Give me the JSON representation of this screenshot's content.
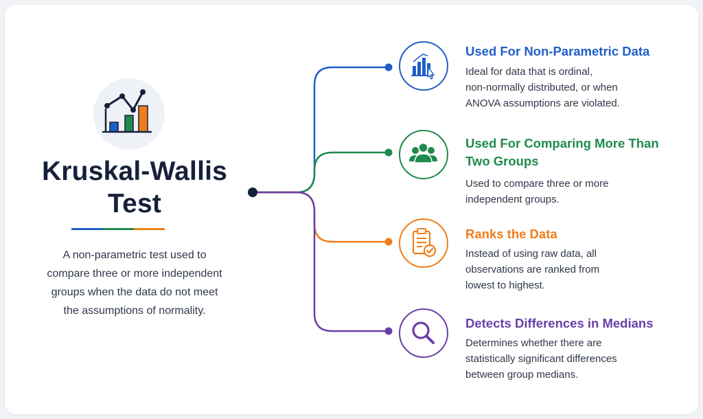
{
  "title_lines": [
    "Kruskal-Wallis",
    "Test"
  ],
  "description_lines": [
    "A non-parametric test used to",
    "compare three or more independent",
    "groups when the data do not meet",
    "the assumptions of normality."
  ],
  "colors": {
    "title": "#16203a",
    "blue": "#1f5fc8",
    "green": "#1f8a4c",
    "orange": "#f07d1a",
    "purple": "#6a3ea8",
    "hub": "#16203a"
  },
  "items": [
    {
      "icon": "bar-chart-cursor-icon",
      "title_lines": [
        "Used For Non-Parametric Data"
      ],
      "desc_lines": [
        "Ideal for data that is ordinal,",
        "non-normally distributed, or when",
        "ANOVA assumptions are violated."
      ]
    },
    {
      "icon": "group-people-icon",
      "title_lines": [
        "Used For Comparing More Than",
        "Two Groups"
      ],
      "desc_lines": [
        "Used to compare three or more",
        "independent groups."
      ]
    },
    {
      "icon": "clipboard-check-icon",
      "title_lines": [
        "Ranks the Data"
      ],
      "desc_lines": [
        "Instead of using raw data, all",
        "observations are ranked from",
        "lowest to highest."
      ]
    },
    {
      "icon": "magnifier-icon",
      "title_lines": [
        "Detects Differences in Medians"
      ],
      "desc_lines": [
        "Determines whether there are",
        "statistically significant differences",
        "between group medians."
      ]
    }
  ]
}
